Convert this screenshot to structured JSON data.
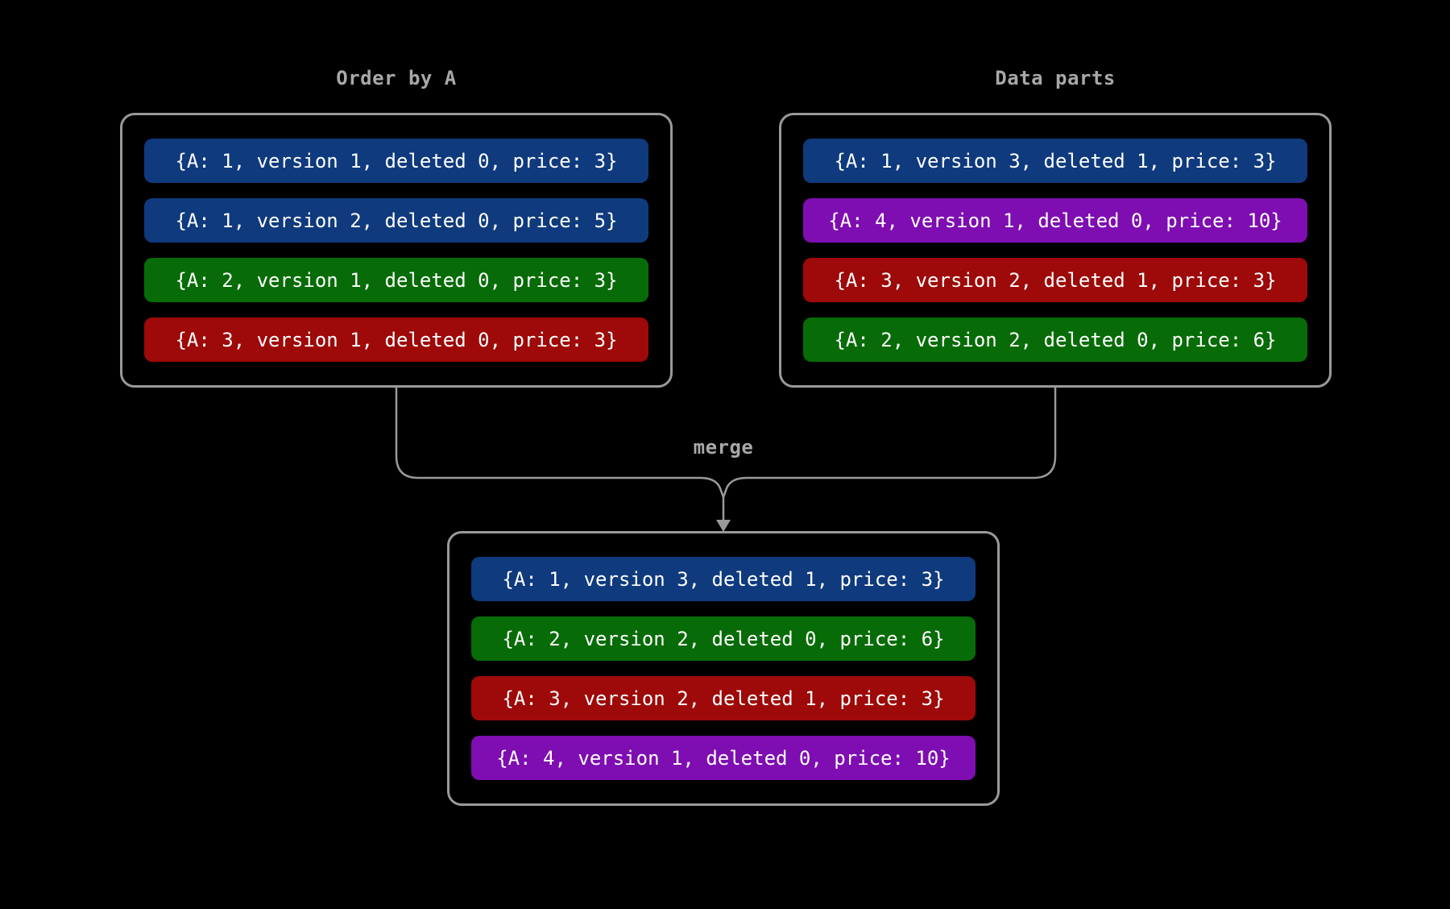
{
  "canvas": {
    "background": "#000000",
    "line_color": "#9a9a9a",
    "title_color": "#a8a8a8",
    "row_text_color": "#ffffff"
  },
  "colors": {
    "blue": "#0f3a7d",
    "green": "#076c07",
    "red": "#9e0909",
    "purple": "#7e0eb1"
  },
  "merge_label": "merge",
  "boxes": {
    "order_by_a": {
      "title": "Order by A",
      "rows": [
        {
          "text": "{A: 1, version 1, deleted 0, price: 3}",
          "color": "blue"
        },
        {
          "text": "{A: 1, version 2, deleted 0, price: 5}",
          "color": "blue"
        },
        {
          "text": "{A: 2, version 1, deleted 0, price: 3}",
          "color": "green"
        },
        {
          "text": "{A: 3, version 1, deleted 0, price: 3}",
          "color": "red"
        }
      ]
    },
    "data_parts": {
      "title": "Data parts",
      "rows": [
        {
          "text": "{A: 1, version 3, deleted 1, price: 3}",
          "color": "blue"
        },
        {
          "text": "{A: 4, version 1, deleted 0, price: 10}",
          "color": "purple"
        },
        {
          "text": "{A: 3, version 2, deleted 1, price: 3}",
          "color": "red"
        },
        {
          "text": "{A: 2, version 2, deleted 0, price: 6}",
          "color": "green"
        }
      ]
    },
    "merged": {
      "rows": [
        {
          "text": "{A: 1, version 3, deleted 1, price: 3}",
          "color": "blue"
        },
        {
          "text": "{A: 2, version 2, deleted 0, price: 6}",
          "color": "green"
        },
        {
          "text": "{A: 3, version 2, deleted 1, price: 3}",
          "color": "red"
        },
        {
          "text": "{A: 4, version 1, deleted 0, price: 10}",
          "color": "purple"
        }
      ]
    }
  }
}
